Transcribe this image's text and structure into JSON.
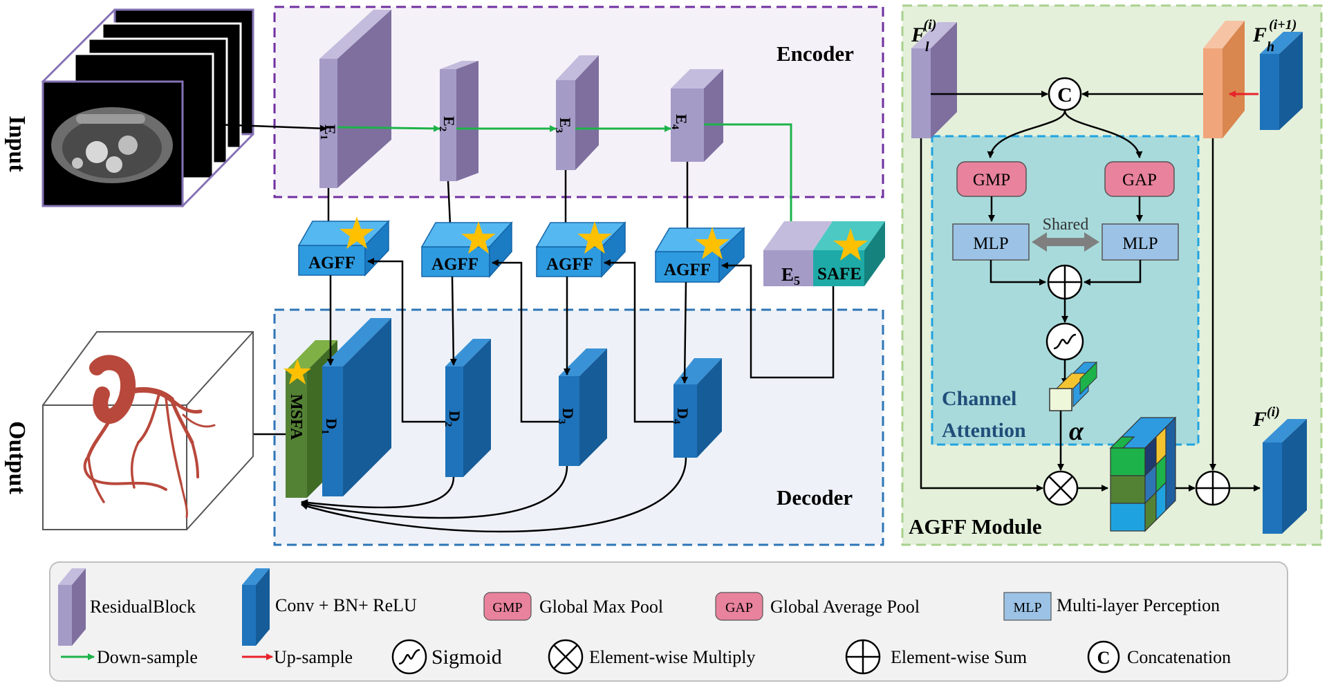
{
  "side_labels": {
    "input": "Input",
    "output": "Output"
  },
  "encoder": {
    "title": "Encoder",
    "blocks": [
      {
        "base": "E",
        "sub": "1"
      },
      {
        "base": "E",
        "sub": "2"
      },
      {
        "base": "E",
        "sub": "3"
      },
      {
        "base": "E",
        "sub": "4"
      }
    ]
  },
  "bottleneck": {
    "e5_base": "E",
    "e5_sub": "5",
    "safe_label": "SAFE"
  },
  "agff_label": "AGFF",
  "decoder": {
    "title": "Decoder",
    "blocks": [
      {
        "base": "D",
        "sub": "1"
      },
      {
        "base": "D",
        "sub": "2"
      },
      {
        "base": "D",
        "sub": "3"
      },
      {
        "base": "D",
        "sub": "4"
      }
    ],
    "msfa_label": "MSFA"
  },
  "agff_module": {
    "title": "AGFF Module",
    "input_low": {
      "base": "F",
      "sub": "l",
      "sup": "(i)"
    },
    "input_high": {
      "base": "F",
      "sub": "h",
      "sup": "(i+1)"
    },
    "output": {
      "base": "F",
      "sup": "(i)"
    },
    "concat_symbol": "C",
    "gmp_label": "GMP",
    "gap_label": "GAP",
    "mlp_label": "MLP",
    "shared_label": "Shared",
    "channel_attention_line1": "Channel",
    "channel_attention_line2": "Attention",
    "alpha_symbol": "α"
  },
  "legend": {
    "residual_block": "ResidualBlock",
    "conv": "Conv + BN+ ReLU",
    "gmp_box": "GMP",
    "gmp_desc": "Global Max Pool",
    "gap_box": "GAP",
    "gap_desc": "Global Average Pool",
    "mlp_box": "MLP",
    "mlp_desc": "Multi-layer Perception",
    "down_sample": "Down-sample",
    "up_sample": "Up-sample",
    "sigmoid": "Sigmoid",
    "multiply": "Element-wise Multiply",
    "sum": "Element-wise Sum",
    "concat_symbol": "C",
    "concat": "Concatenation"
  },
  "colors": {
    "purple_block": "#A49BC7",
    "blue_block": "#1F73BA",
    "agff_blue": "#2E9BE0",
    "green_arrow": "#1DB34A",
    "red_arrow": "#E8222A",
    "gmp_pink": "#E8829D",
    "mlp_blue": "#9CC3E6",
    "channel_teal": "#A8DADB",
    "module_bg": "#E4F0DA",
    "star": "#FFC000",
    "orange_block": "#F0A57A",
    "safe_teal": "#1EAAA6"
  }
}
